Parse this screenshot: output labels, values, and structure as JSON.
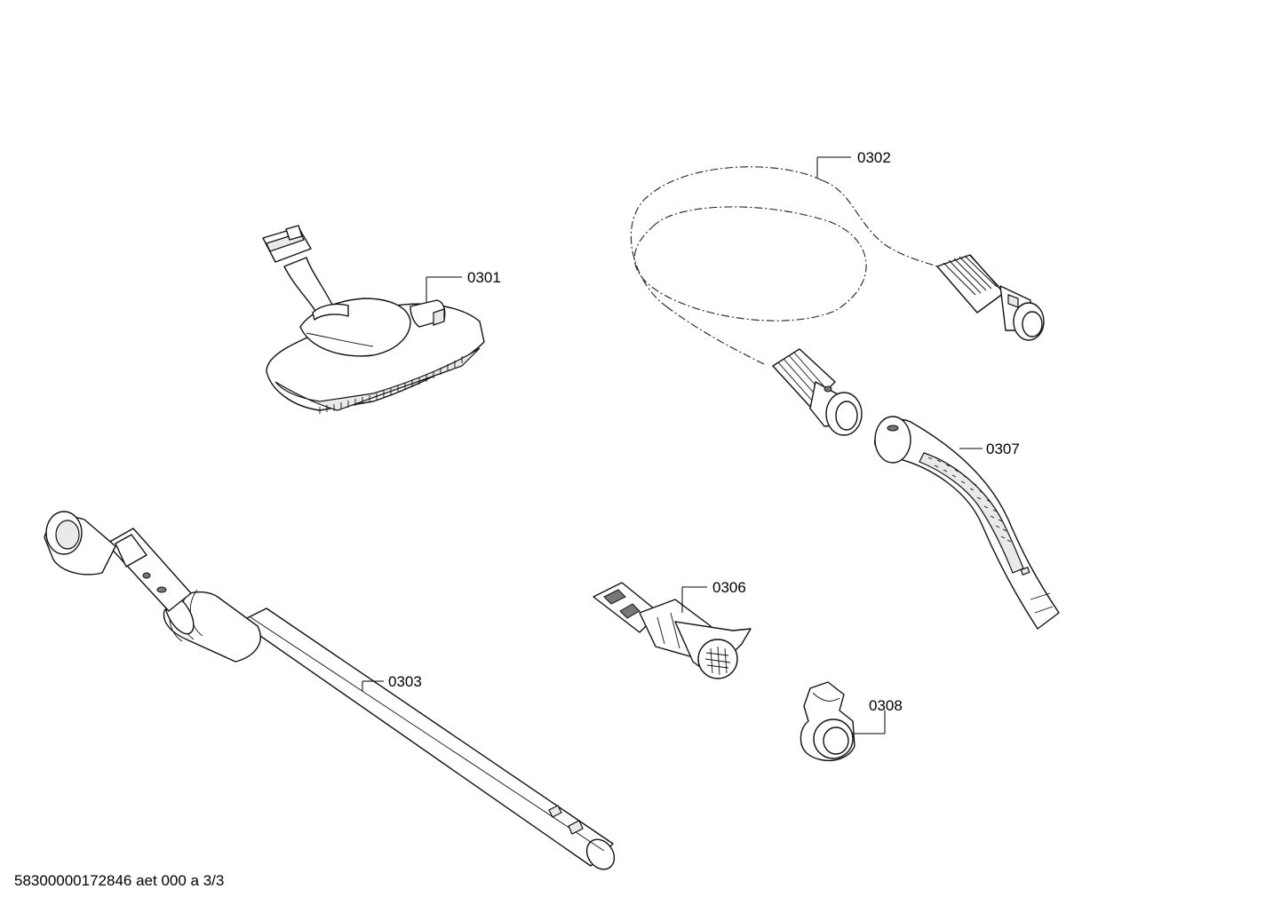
{
  "callouts": {
    "c0301": "0301",
    "c0302": "0302",
    "c0303": "0303",
    "c0306": "0306",
    "c0307": "0307",
    "c0308": "0308"
  },
  "footer": {
    "reference": "58300000172846 aet 000 a 3/3"
  }
}
